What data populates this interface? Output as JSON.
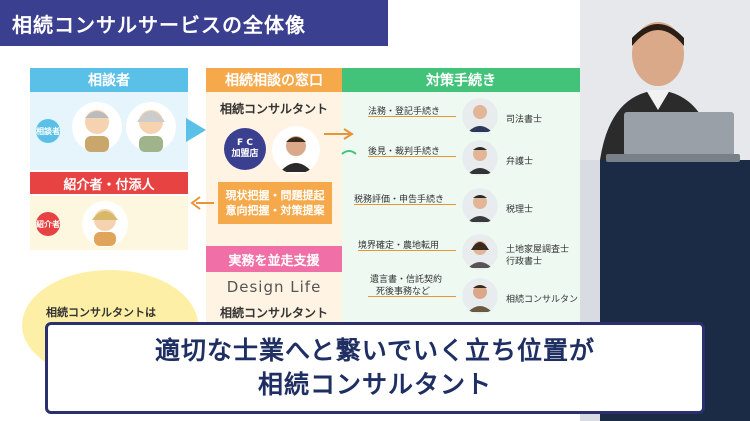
{
  "slide": {
    "title": "相続コンサルサービスの全体像",
    "headers": {
      "left": "相談者",
      "middle": "相続相談の窓口",
      "right": "対策手続き"
    },
    "consultant_badge": "相談者",
    "introducer_bar": "紹介者・付添人",
    "introducer_badge": "紹介者",
    "middle_role": "相続コンサルタント",
    "fc_badge_line1": "F C",
    "fc_badge_line2": "加盟店",
    "problem_line1": "現状把握・問題提起",
    "problem_line2": "意向把握・対策提案",
    "support_bar": "実務を並走支援",
    "design_life": "Design Life",
    "bottom_role": "相続コンサルタント",
    "oval_text": "相続コンサルタントは",
    "tasks": [
      {
        "label": "法務・登記手続き",
        "prof": "司法書士"
      },
      {
        "label": "後見・裁判手続き",
        "prof": "弁護士"
      },
      {
        "label": "税務評価・申告手続き",
        "prof": "税理士"
      },
      {
        "label": "境界確定・農地転用",
        "prof": "土地家屋調査士",
        "prof2": "行政書士"
      },
      {
        "label": "遺言書・信託契約",
        "label2": "死後事務など",
        "prof": "相続コンサルタント"
      }
    ]
  },
  "caption": {
    "line1": "適切な士業へと繋いでいく立ち位置が",
    "line2": "相続コンサルタント"
  },
  "colors": {
    "title_bg": "#3b3f8f",
    "left_header": "#5bc0e8",
    "middle_header": "#f5a94a",
    "right_header": "#43c37a",
    "red_bar": "#e84343",
    "pink_bar": "#ef6fa6",
    "caption_text": "#1f2f63"
  }
}
